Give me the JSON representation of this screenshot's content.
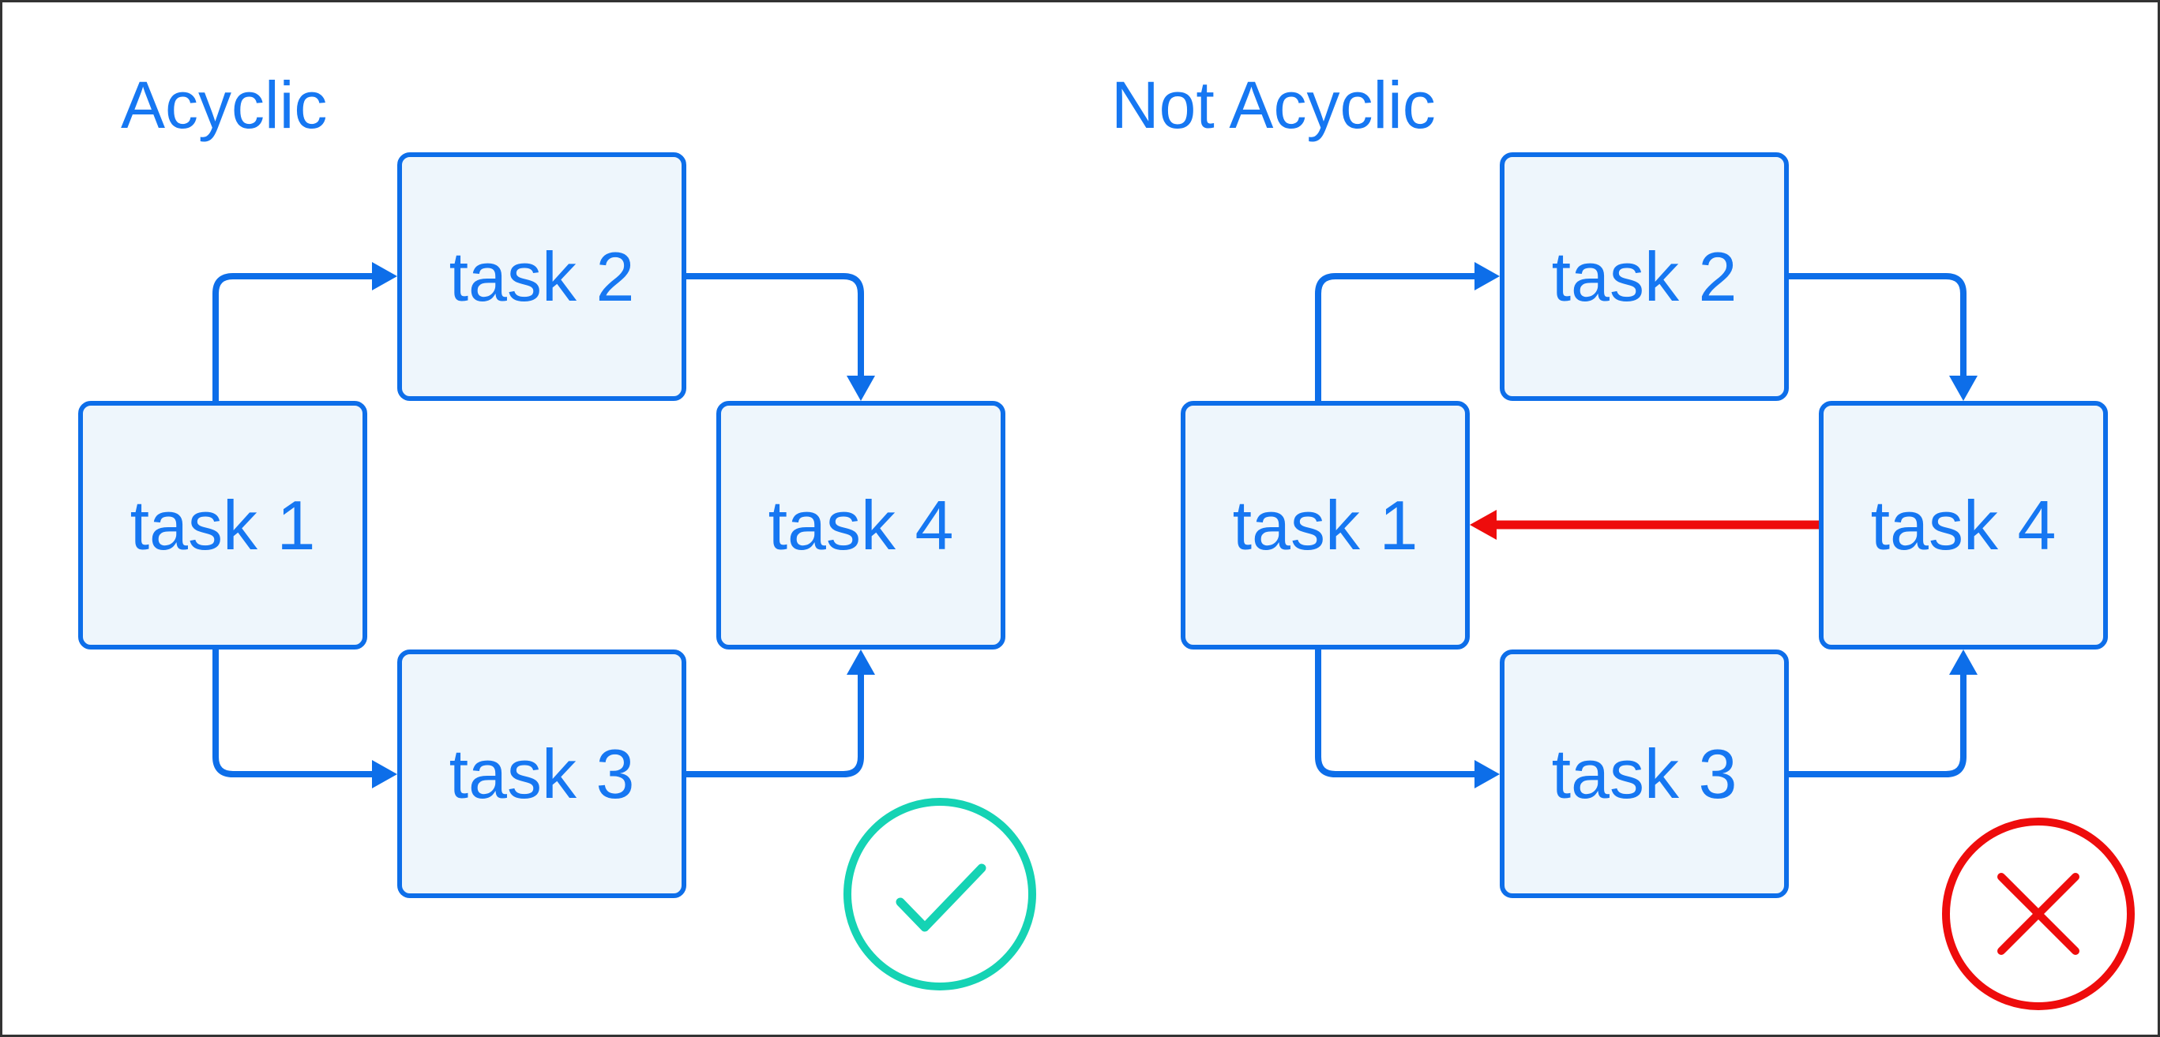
{
  "colors": {
    "background": "#ffffff",
    "frame_border": "#333333",
    "blue": "#1677F2",
    "line_blue": "#0D6EE9",
    "node_fill": "#EEF6FC",
    "success_teal": "#15D3B4",
    "error_red": "#EE0C0C"
  },
  "diagrams": [
    {
      "title": "Acyclic",
      "verdict": "valid",
      "verdict_icon": "check-circle-icon",
      "nodes": [
        {
          "label": "task 1"
        },
        {
          "label": "task 2"
        },
        {
          "label": "task 3"
        },
        {
          "label": "task 4"
        }
      ],
      "edges": [
        {
          "from": "task 1",
          "to": "task 2"
        },
        {
          "from": "task 1",
          "to": "task 3"
        },
        {
          "from": "task 2",
          "to": "task 4"
        },
        {
          "from": "task 3",
          "to": "task 4"
        }
      ]
    },
    {
      "title": "Not Acyclic",
      "verdict": "invalid",
      "verdict_icon": "x-circle-icon",
      "nodes": [
        {
          "label": "task 1"
        },
        {
          "label": "task 2"
        },
        {
          "label": "task 3"
        },
        {
          "label": "task 4"
        }
      ],
      "edges": [
        {
          "from": "task 1",
          "to": "task 2"
        },
        {
          "from": "task 1",
          "to": "task 3"
        },
        {
          "from": "task 2",
          "to": "task 4"
        },
        {
          "from": "task 3",
          "to": "task 4"
        },
        {
          "from": "task 4",
          "to": "task 1",
          "kind": "cycle-back-edge"
        }
      ]
    }
  ]
}
